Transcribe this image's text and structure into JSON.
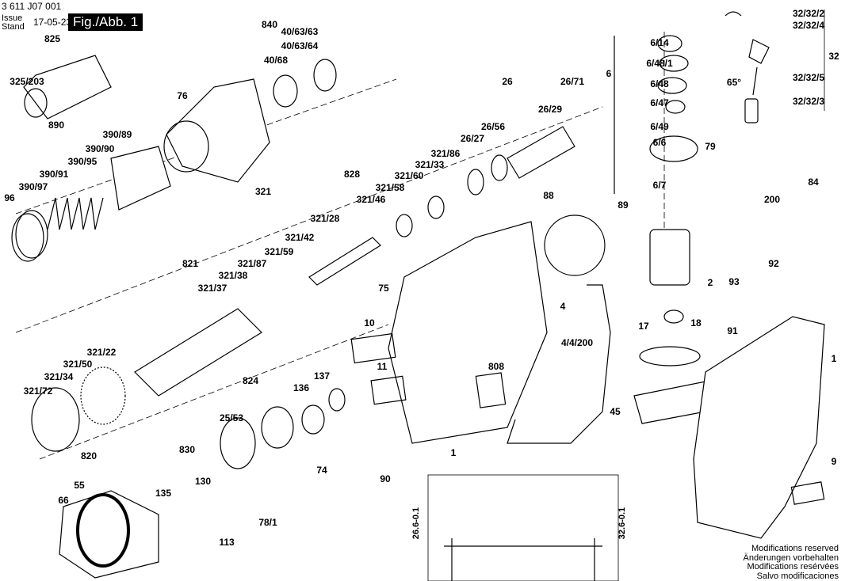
{
  "header": {
    "doc_number": "3 611 J07 001",
    "issue_label_en": "Issue",
    "issue_label_de": "Stand",
    "issue_date": "17-05-23",
    "figure": "Fig./Abb. 1"
  },
  "footer": {
    "lines": [
      "Modifications reserved",
      "Änderungen vorbehalten",
      "Modifications resérvées",
      "Salvo modificaciones"
    ]
  },
  "dimensions": [
    "26.6-0.1",
    "32.6-0.1"
  ],
  "angle": "65°",
  "parts": [
    "825",
    "325/203",
    "890",
    "390/89",
    "390/90",
    "390/95",
    "390/91",
    "390/97",
    "96",
    "840",
    "40/63/63",
    "40/63/64",
    "40/68",
    "76",
    "321",
    "828",
    "321/86",
    "321/33",
    "321/60",
    "321/58",
    "321/46",
    "321/28",
    "321/42",
    "321/59",
    "321/87",
    "321/38",
    "321/37",
    "821",
    "321/22",
    "321/50",
    "321/34",
    "321/72",
    "26",
    "26/29",
    "26/71",
    "26/56",
    "26/27",
    "75",
    "10",
    "11",
    "808",
    "1",
    "90",
    "824",
    "25/53",
    "830",
    "130",
    "135",
    "113",
    "78/1",
    "136",
    "137",
    "74",
    "820",
    "55",
    "66",
    "4",
    "4/4/200",
    "45",
    "6/14",
    "6/48/1",
    "6/48",
    "6/47",
    "6",
    "6/49",
    "6/6",
    "6/7",
    "79",
    "88",
    "89",
    "2",
    "17",
    "18",
    "200",
    "84",
    "93",
    "92",
    "91",
    "1",
    "9",
    "32/32/2",
    "32/32/4",
    "32",
    "32/32/5",
    "32/32/3"
  ]
}
